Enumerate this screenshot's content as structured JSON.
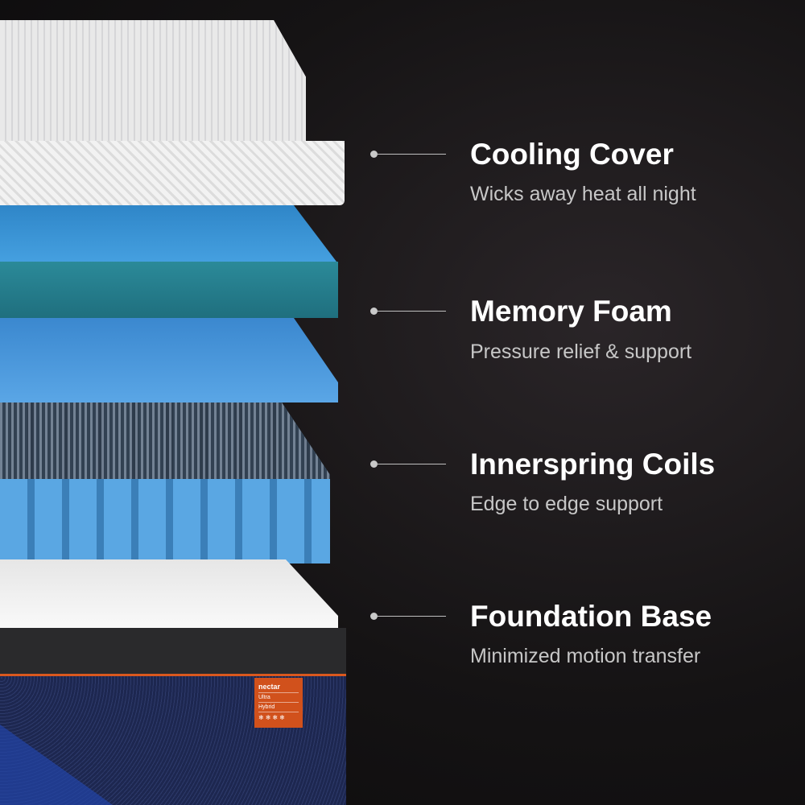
{
  "features": [
    {
      "title": "Cooling Cover",
      "subtitle": "Wicks away heat all night"
    },
    {
      "title": "Memory Foam",
      "subtitle": "Pressure relief & support"
    },
    {
      "title": "Innerspring Coils",
      "subtitle": "Edge to edge support"
    },
    {
      "title": "Foundation Base",
      "subtitle": "Minimized motion transfer"
    }
  ],
  "tag": {
    "brand": "nectar",
    "line1": "Ultra",
    "line2": "Hybrid",
    "icons": "❄❄❄❄"
  },
  "colors": {
    "accent": "#d1511c",
    "foam": "#48a3e3",
    "background": "#151314"
  }
}
